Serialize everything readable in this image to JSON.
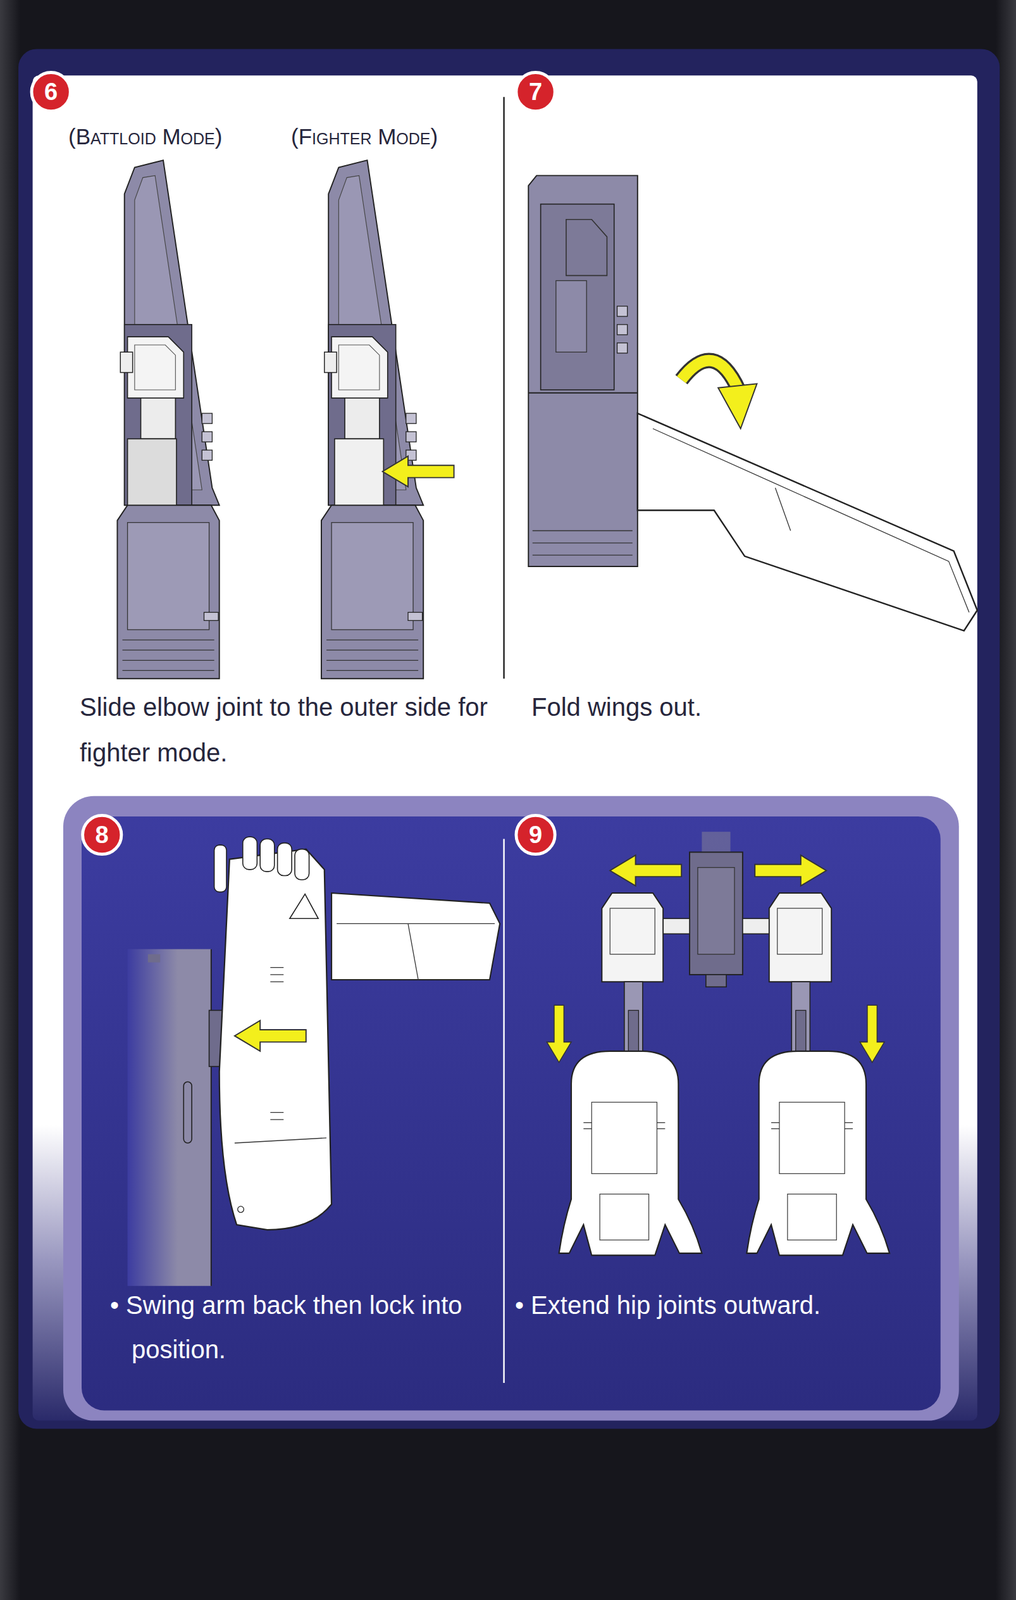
{
  "diagram": {
    "labels": [
      "6",
      "(Battloid Mode)",
      "(Fighter Mode)",
      "Slide elbow joint to the outer side for fighter mode.",
      "7",
      "Fold wings out.",
      "8",
      "• Swing arm back then lock into position.",
      "9",
      "• Extend hip joints outward."
    ]
  }
}
